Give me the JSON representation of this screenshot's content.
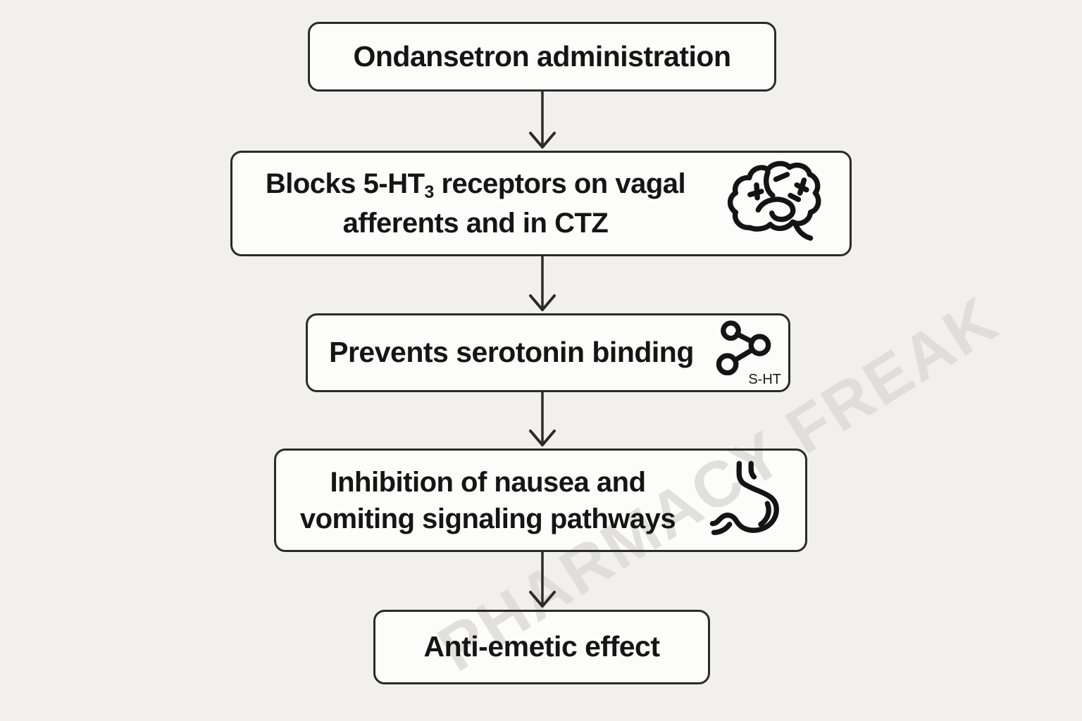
{
  "watermark": {
    "text": "PHARMACY FREAK"
  },
  "flowchart": {
    "title_implied": "Ondansetron anti-emetic mechanism flowchart",
    "nodes": [
      {
        "label": "Ondansetron administration"
      },
      {
        "line1_pre": "Blocks 5-HT",
        "line1_sub": "3",
        "line1_post": " receptors on vagal",
        "line2": "afferents and in CTZ",
        "icon": "brain-icon"
      },
      {
        "label": "Prevents serotonin binding",
        "icon": "serotonin-molecule-icon",
        "icon_label": "S-HT"
      },
      {
        "line1": "Inhibition of nausea and",
        "line2": "vomiting signaling pathways",
        "icon": "stomach-icon"
      },
      {
        "label": "Anti-emetic effect"
      }
    ],
    "connectors": [
      "down-arrow",
      "down-arrow",
      "down-arrow",
      "down-arrow"
    ],
    "colors": {
      "background": "#f1f0ee",
      "box_fill": "#fcfcfb",
      "box_border": "#2a2a2a",
      "text": "#151515",
      "arrow": "#2b2b2b",
      "watermark": "#dcdbd9"
    }
  }
}
